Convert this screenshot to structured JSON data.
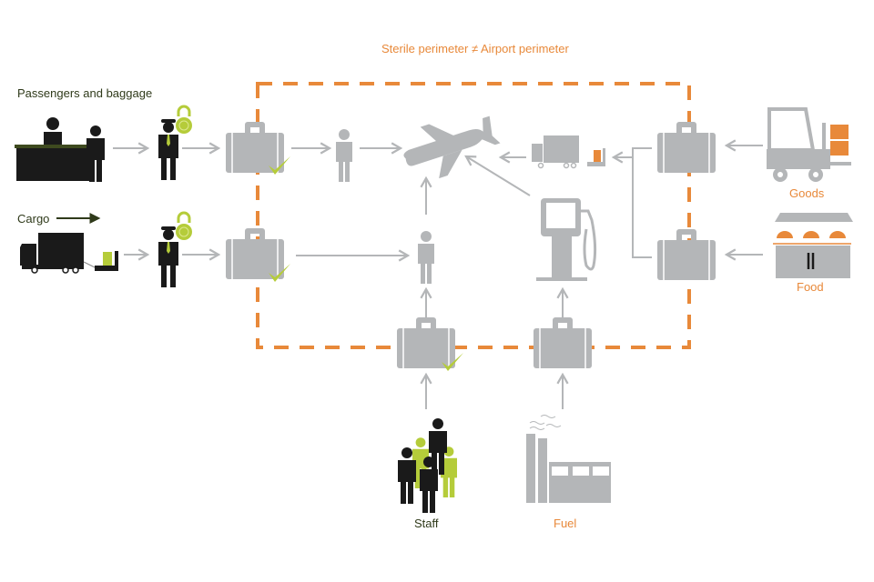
{
  "title": "Sterile perimeter ≠ Airport perimeter",
  "colors": {
    "orange": "#e8893a",
    "grey": "#b4b6b8",
    "dark": "#1a1a1a",
    "lime": "#b5cc3a",
    "label_dark": "#2f3a1a"
  },
  "sources": {
    "passengers": {
      "label": "Passengers and baggage"
    },
    "cargo": {
      "label": "Cargo"
    },
    "goods": {
      "label": "Goods"
    },
    "food": {
      "label": "Food"
    },
    "staff": {
      "label": "Staff"
    },
    "fuel": {
      "label": "Fuel"
    }
  },
  "nodes": [
    {
      "id": "check-in-desk",
      "icon": "check-in-desk-icon"
    },
    {
      "id": "passenger",
      "icon": "person-icon"
    },
    {
      "id": "security-officer-1",
      "icon": "security-officer-icon"
    },
    {
      "id": "lock-1",
      "icon": "padlock-icon"
    },
    {
      "id": "cargo-truck",
      "icon": "truck-icon"
    },
    {
      "id": "security-officer-2",
      "icon": "security-officer-icon"
    },
    {
      "id": "screened-baggage",
      "icon": "suitcase-check-icon"
    },
    {
      "id": "screened-cargo",
      "icon": "suitcase-check-icon"
    },
    {
      "id": "airside-passenger",
      "icon": "person-icon"
    },
    {
      "id": "airside-cargo-handler",
      "icon": "person-icon"
    },
    {
      "id": "aircraft",
      "icon": "airplane-icon"
    },
    {
      "id": "supply-truck",
      "icon": "truck-icon"
    },
    {
      "id": "fuel-pump",
      "icon": "fuel-pump-icon"
    },
    {
      "id": "goods-screening",
      "icon": "suitcase-icon"
    },
    {
      "id": "food-screening",
      "icon": "suitcase-icon"
    },
    {
      "id": "forklift",
      "icon": "forklift-icon"
    },
    {
      "id": "catering",
      "icon": "catering-icon"
    },
    {
      "id": "staff-screening",
      "icon": "suitcase-check-icon"
    },
    {
      "id": "fuel-screening",
      "icon": "suitcase-icon"
    },
    {
      "id": "staff-group",
      "icon": "staff-group-icon"
    },
    {
      "id": "refinery",
      "icon": "factory-icon"
    }
  ]
}
